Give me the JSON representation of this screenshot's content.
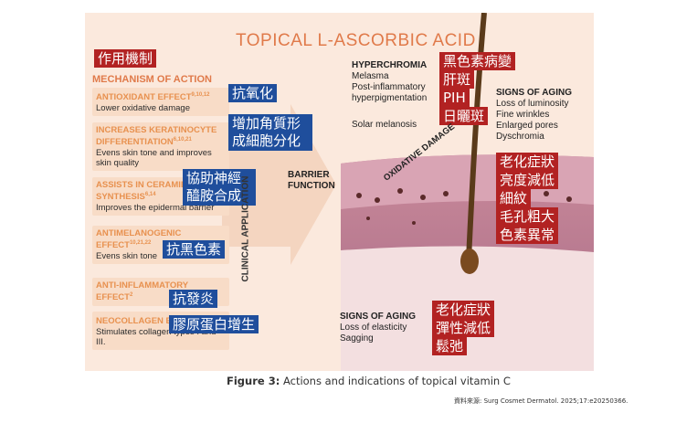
{
  "title": "TOPICAL L-ASCORBIC ACID",
  "mechanism_cn": "作用機制",
  "mechanism_heading": "MECHANISM OF ACTION",
  "effects": [
    {
      "head": "ANTIOXIDANT EFFECT",
      "sup": "9,10,12",
      "text": "Lower oxidative damage",
      "cn": "抗氧化"
    },
    {
      "head": "INCREASES KERATINOCYTE DIFFERENTIATION",
      "sup": "6,10,21",
      "text": "Evens skin tone and improves skin quality",
      "cn": "增加角質形成細胞分化"
    },
    {
      "head": "ASSISTS IN CERAMIDE SYNTHESIS",
      "sup": "6,14",
      "text": "Improves the epidermal barrier",
      "cn": "協助神經醯胺合成"
    },
    {
      "head": "ANTIMELANOGENIC EFFECT",
      "sup": "10,21,22",
      "text": "Evens skin tone",
      "cn": "抗黑色素"
    },
    {
      "head": "ANTI-INFLAMMATORY EFFECT",
      "sup": "2",
      "text": "",
      "cn": "抗發炎"
    },
    {
      "head": "NEOCOLLAGEN EFFECT",
      "sup": "16-18",
      "text": "Stimulates collagen types I and III.",
      "cn": "膠原蛋白增生"
    }
  ],
  "clinical_application": "CLINICAL APPLICATION",
  "barrier_function": "BARRIER FUNCTION",
  "hyperchromia": {
    "heading": "HYPERCHROMIA",
    "items": [
      "Melasma",
      "Post-inflammatory",
      "hyperpigmentation"
    ],
    "solar": "Solar melanosis"
  },
  "hyper_cn": [
    "黑色素病變",
    "肝斑",
    "PIH",
    "日曬斑"
  ],
  "oxidative": "OXIDATIVE DAMAGE",
  "aging_top": {
    "heading": "SIGNS OF AGING",
    "items": [
      "Loss of luminosity",
      "Fine wrinkles",
      "Enlarged pores",
      "Dyschromia"
    ]
  },
  "aging_top_cn": [
    "老化症狀",
    "亮度減低",
    "細紋",
    "毛孔粗大",
    "色素異常"
  ],
  "aging_bottom": {
    "heading": "SIGNS OF AGING",
    "items": [
      "Loss of elasticity",
      "Sagging"
    ]
  },
  "aging_bottom_cn": [
    "老化症狀",
    "彈性減低",
    "鬆弛"
  ],
  "caption_label": "Figure 3:",
  "caption_text": "Actions and indications of topical vitamin C",
  "source": "資料來源: Surg Cosmet Dermatol. 2025;17:e20250366.",
  "colors": {
    "accent_orange": "#e8914f",
    "label_red": "#b22222",
    "label_blue": "#1f4e9c",
    "panel": "#fbe9dd"
  }
}
